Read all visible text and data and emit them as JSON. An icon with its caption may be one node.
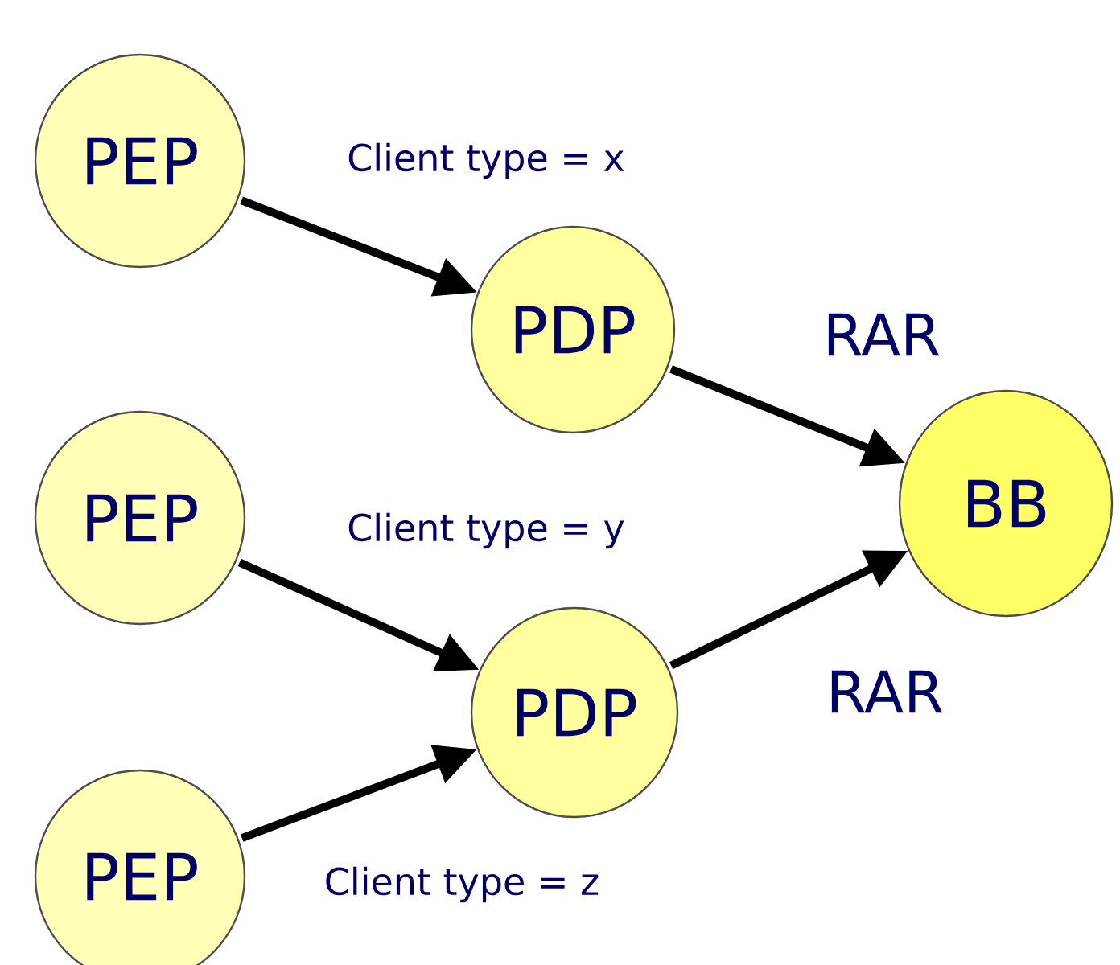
{
  "diagram": {
    "nodes": [
      {
        "text": [
          "PEP"
        ]
      },
      {
        "text": [
          "PDP"
        ]
      },
      {
        "text": [
          "PEP"
        ]
      },
      {
        "text": [
          "PEP"
        ]
      },
      {
        "text": [
          "PDP"
        ]
      },
      {
        "text": [
          "BB"
        ]
      }
    ],
    "edges": [
      {
        "from": 0,
        "to": 1,
        "arrow": "to",
        "label": "Client type = x"
      },
      {
        "from": 2,
        "to": 4,
        "arrow": "to",
        "label": "Client type = y"
      },
      {
        "from": 3,
        "to": 4,
        "arrow": "to",
        "label": "Client type = z"
      },
      {
        "from": 1,
        "to": 5,
        "arrow": "to",
        "label": "RAR"
      },
      {
        "from": 4,
        "to": 5,
        "arrow": "to",
        "label": "RAR"
      }
    ]
  }
}
